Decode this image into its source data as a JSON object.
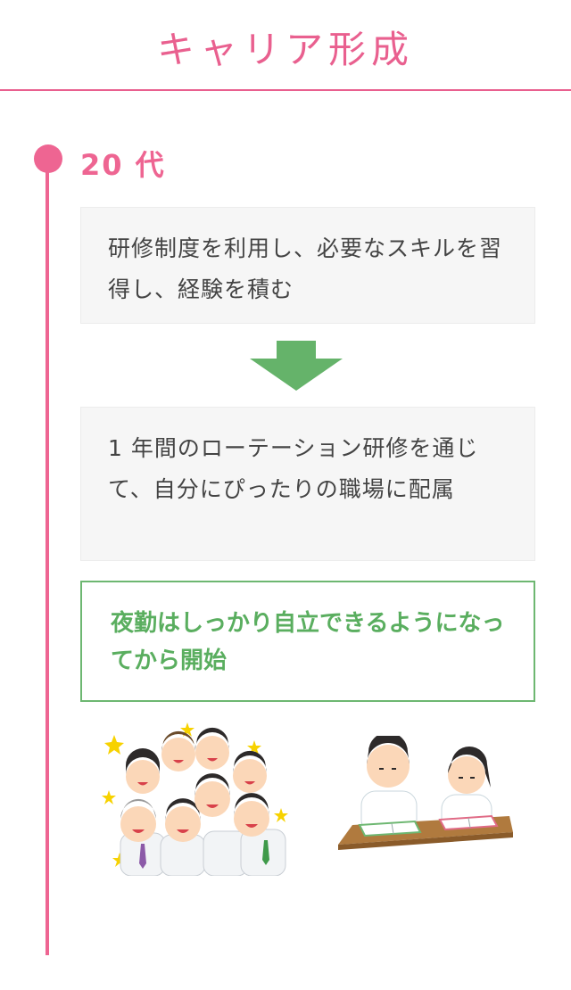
{
  "header": {
    "title": "キャリア形成"
  },
  "timeline": {
    "age_label": "20 代",
    "step1": {
      "text": "研修制度を利用し、必要なスキルを習得し、経験を積む"
    },
    "step2": {
      "text": "1 年間のローテーション研修を通じて、自分にぴったりの職場に配属"
    },
    "highlight": {
      "text": "夜勤はしっかり自立できるようになってから開始"
    }
  },
  "colors": {
    "accent_pink": "#ee6592",
    "accent_green": "#5aae5f",
    "box_bg": "#f6f6f6"
  },
  "icons": {
    "arrow": "down-arrow-icon"
  }
}
